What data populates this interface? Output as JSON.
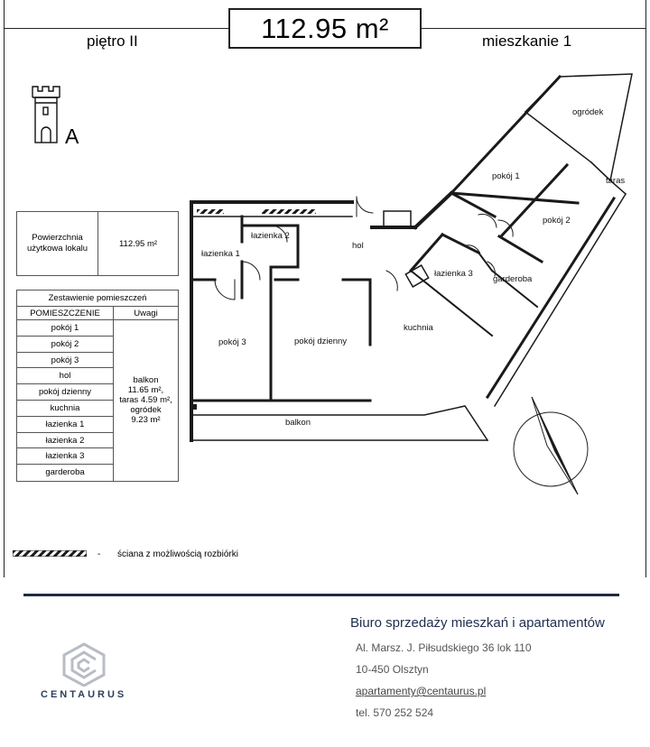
{
  "header": {
    "area": "112.95 m²",
    "floor": "piętro II",
    "apartment": "mieszkanie 1",
    "building": "A"
  },
  "summary": {
    "label": "Powierzchnia użytkowa lokalu",
    "value": "112.95 m²"
  },
  "rooms_table": {
    "title": "Zestawienie pomieszczeń",
    "col_rooms": "POMIESZCZENIE",
    "col_notes": "Uwagi",
    "rooms": [
      "pokój 1",
      "pokój 2",
      "pokój 3",
      "hol",
      "pokój dzienny",
      "kuchnia",
      "łazienka 1",
      "łazienka 2",
      "łazienka 3",
      "garderoba"
    ],
    "notes": [
      "balkon",
      "11.65 m²,",
      "taras 4.59 m²,",
      "ogródek",
      "9.23 m²"
    ]
  },
  "plan_labels": {
    "ogrodek": "ogródek",
    "taras": "taras",
    "pokoj1": "pokój 1",
    "pokoj2": "pokój 2",
    "lazienka2": "łazienka 2",
    "lazienka1": "łazienka 1",
    "hol": "hol",
    "lazienka3": "łazienka 3",
    "garderoba": "garderoba",
    "pokoj3": "pokój 3",
    "pokoj_dzienny": "pokój dzienny",
    "kuchnia": "kuchnia",
    "balkon": "balkon"
  },
  "legend": {
    "dash": "-",
    "text": "ściana z możliwością rozbiórki"
  },
  "footer": {
    "brand": "CENTAURUS",
    "office": "Biuro sprzedaży mieszkań i apartamentów",
    "street": "Al. Marsz. J. Piłsudskiego 36 lok 110",
    "city": "10-450 Olsztyn",
    "email": "apartamenty@centaurus.pl",
    "phone": "tel. 570 252 524"
  },
  "colors": {
    "wall": "#1a1a1a",
    "brand": "#2b3e5a",
    "divider": "#1f2a44"
  }
}
